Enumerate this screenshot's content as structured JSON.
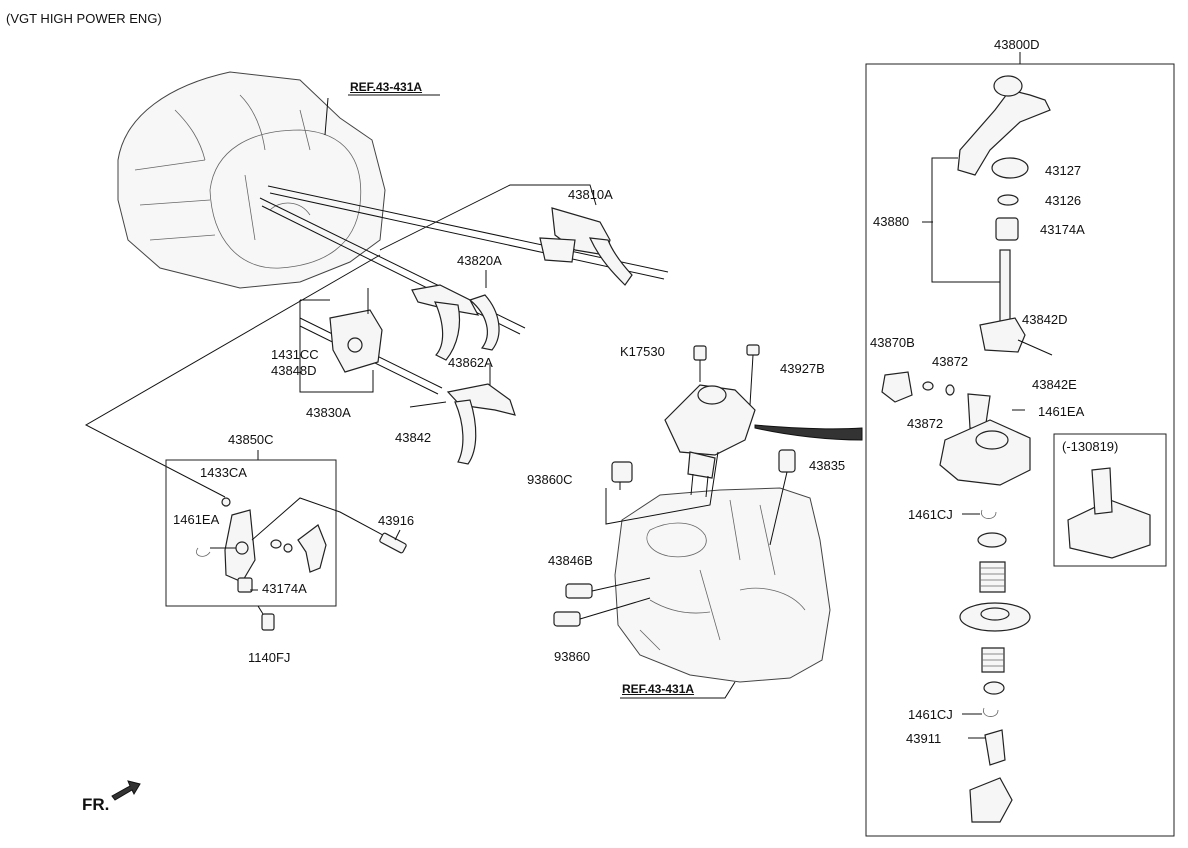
{
  "header": {
    "variant": "(VGT HIGH POWER ENG)"
  },
  "refs": {
    "top": "REF.43-431A",
    "bottom": "REF.43-431A"
  },
  "direction": {
    "label": "FR."
  },
  "inset": {
    "label": "(-130819)"
  },
  "parts": {
    "p43800D": "43800D",
    "p43127": "43127",
    "p43126": "43126",
    "p43174A_right": "43174A",
    "p43880": "43880",
    "p43842D": "43842D",
    "p43842E": "43842E",
    "p43870B": "43870B",
    "p43872_a": "43872",
    "p43872_b": "43872",
    "p1461EA_right": "1461EA",
    "p1461CJ_a": "1461CJ",
    "p1461CJ_b": "1461CJ",
    "p43911": "43911",
    "p43810A": "43810A",
    "p43820A": "43820A",
    "p1431CC": "1431CC",
    "p43848D": "43848D",
    "p43862A": "43862A",
    "p43830A": "43830A",
    "p43842": "43842",
    "p43850C": "43850C",
    "p1433CA": "1433CA",
    "p1461EA_left": "1461EA",
    "p43916": "43916",
    "p43174A_left": "43174A",
    "p1140FJ": "1140FJ",
    "pK17530": "K17530",
    "p43927B": "43927B",
    "p93860C": "93860C",
    "p43835": "43835",
    "p43846B": "43846B",
    "p93860": "93860"
  }
}
